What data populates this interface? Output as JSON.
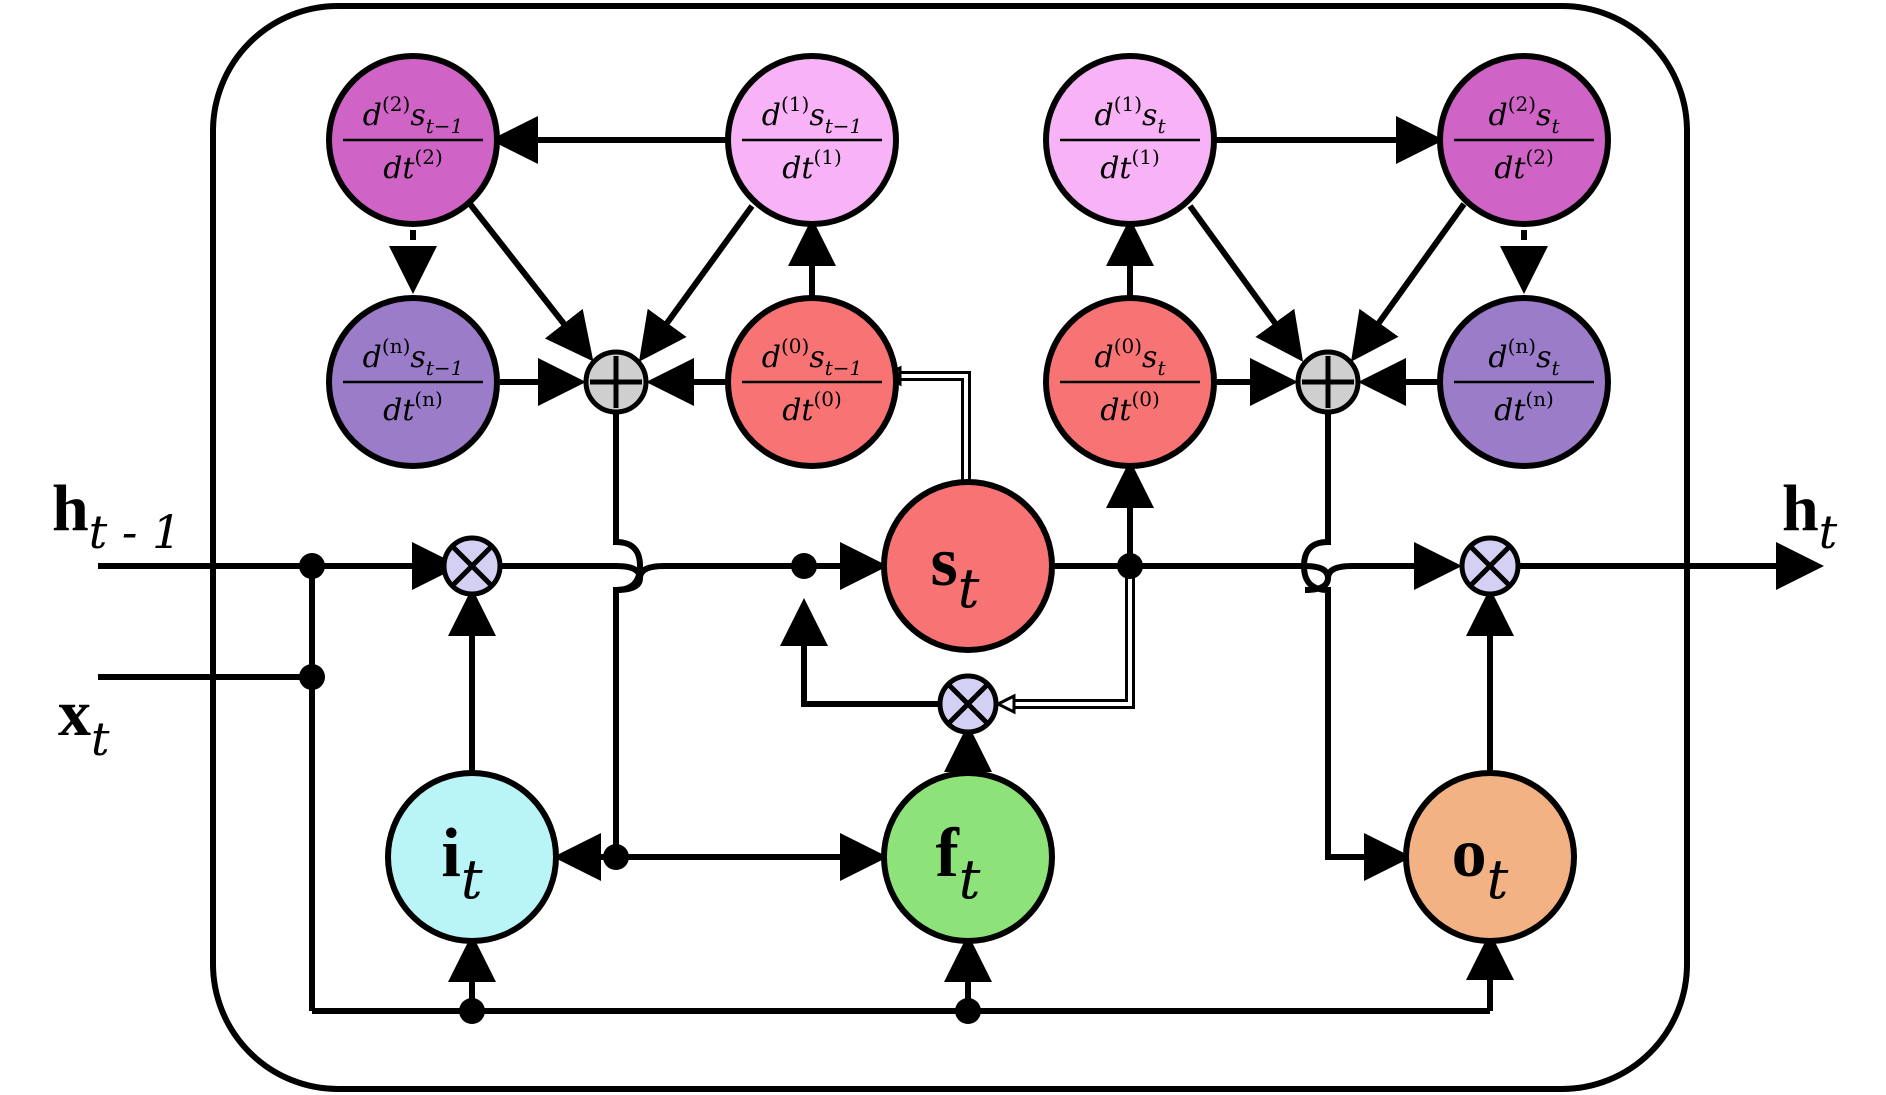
{
  "io": {
    "h_prev": {
      "main": "h",
      "sub": "t - 1"
    },
    "x": {
      "main": "x",
      "sub": "t"
    },
    "h_out": {
      "main": "h",
      "sub": "t"
    }
  },
  "gates": {
    "state": {
      "main": "s",
      "sub": "t",
      "color": "#f87474"
    },
    "input": {
      "main": "i",
      "sub": "t",
      "color": "#b9f4f7"
    },
    "forget": {
      "main": "f",
      "sub": "t",
      "color": "#8de27a"
    },
    "output": {
      "main": "o",
      "sub": "t",
      "color": "#f3b283"
    }
  },
  "derivatives": {
    "prev_d2": {
      "top": "d",
      "top_sup": "(2)",
      "top_var": "s",
      "top_sub": "t−1",
      "bottom": "dt",
      "bottom_sup": "(2)",
      "color": "#cf63c6"
    },
    "prev_d1": {
      "top": "d",
      "top_sup": "(1)",
      "top_var": "s",
      "top_sub": "t−1",
      "bottom": "dt",
      "bottom_sup": "(1)",
      "color": "#f8b2f6"
    },
    "prev_dn": {
      "top": "d",
      "top_sup": "(n)",
      "top_var": "s",
      "top_sub": "t−1",
      "bottom": "dt",
      "bottom_sup": "(n)",
      "color": "#9a7cc8"
    },
    "prev_d0": {
      "top": "d",
      "top_sup": "(0)",
      "top_var": "s",
      "top_sub": "t−1",
      "bottom": "dt",
      "bottom_sup": "(0)",
      "color": "#f87474"
    },
    "cur_d1": {
      "top": "d",
      "top_sup": "(1)",
      "top_var": "s",
      "top_sub": "t",
      "bottom": "dt",
      "bottom_sup": "(1)",
      "color": "#f8b2f6"
    },
    "cur_d2": {
      "top": "d",
      "top_sup": "(2)",
      "top_var": "s",
      "top_sub": "t",
      "bottom": "dt",
      "bottom_sup": "(2)",
      "color": "#cf63c6"
    },
    "cur_d0": {
      "top": "d",
      "top_sup": "(0)",
      "top_var": "s",
      "top_sub": "t",
      "bottom": "dt",
      "bottom_sup": "(0)",
      "color": "#f87474"
    },
    "cur_dn": {
      "top": "d",
      "top_sup": "(n)",
      "top_var": "s",
      "top_sub": "t",
      "bottom": "dt",
      "bottom_sup": "(n)",
      "color": "#9a7cc8"
    }
  },
  "colors": {
    "multiply_op": "#d4d0f4",
    "sum_op": "#cfcfcf"
  }
}
